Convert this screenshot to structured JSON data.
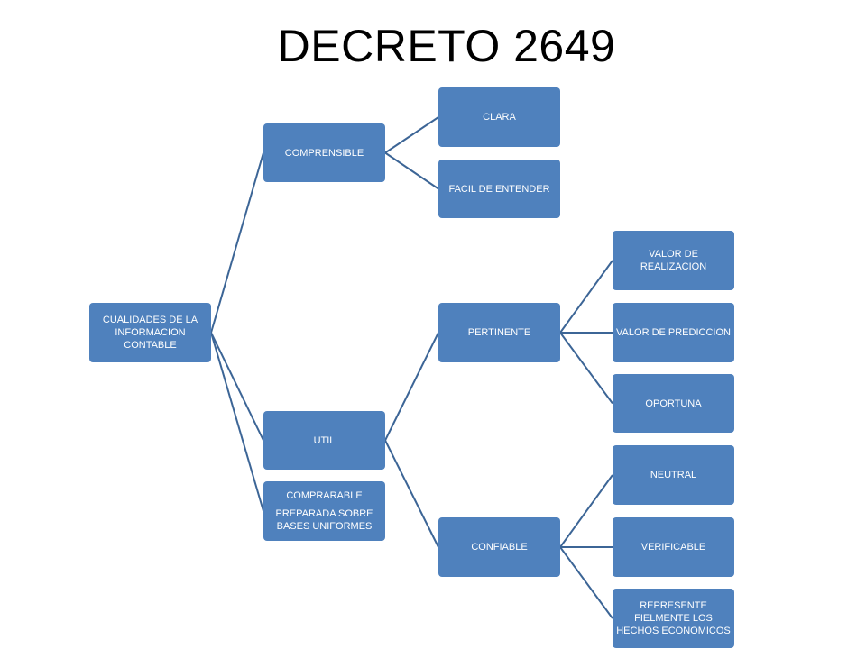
{
  "title": "DECRETO 2649",
  "colors": {
    "node_fill": "#4f81bd",
    "connector": "#3c6596",
    "title": "#000000"
  },
  "nodes": {
    "root": "CUALIDADES DE LA INFORMACION CONTABLE",
    "comprensible": "COMPRENSIBLE",
    "clara": "CLARA",
    "facil": "FACIL DE ENTENDER",
    "util": "UTIL",
    "comprarable_title": "COMPRARABLE",
    "comprarable_desc": "PREPARADA SOBRE BASES UNIFORMES",
    "pertinente": "PERTINENTE",
    "valor_realizacion": "VALOR DE REALIZACION",
    "valor_prediccion": "VALOR DE PREDICCION",
    "oportuna": "OPORTUNA",
    "confiable": "CONFIABLE",
    "neutral": "NEUTRAL",
    "verificable": "VERIFICABLE",
    "represente": "REPRESENTE FIELMENTE LOS HECHOS ECONOMICOS"
  }
}
